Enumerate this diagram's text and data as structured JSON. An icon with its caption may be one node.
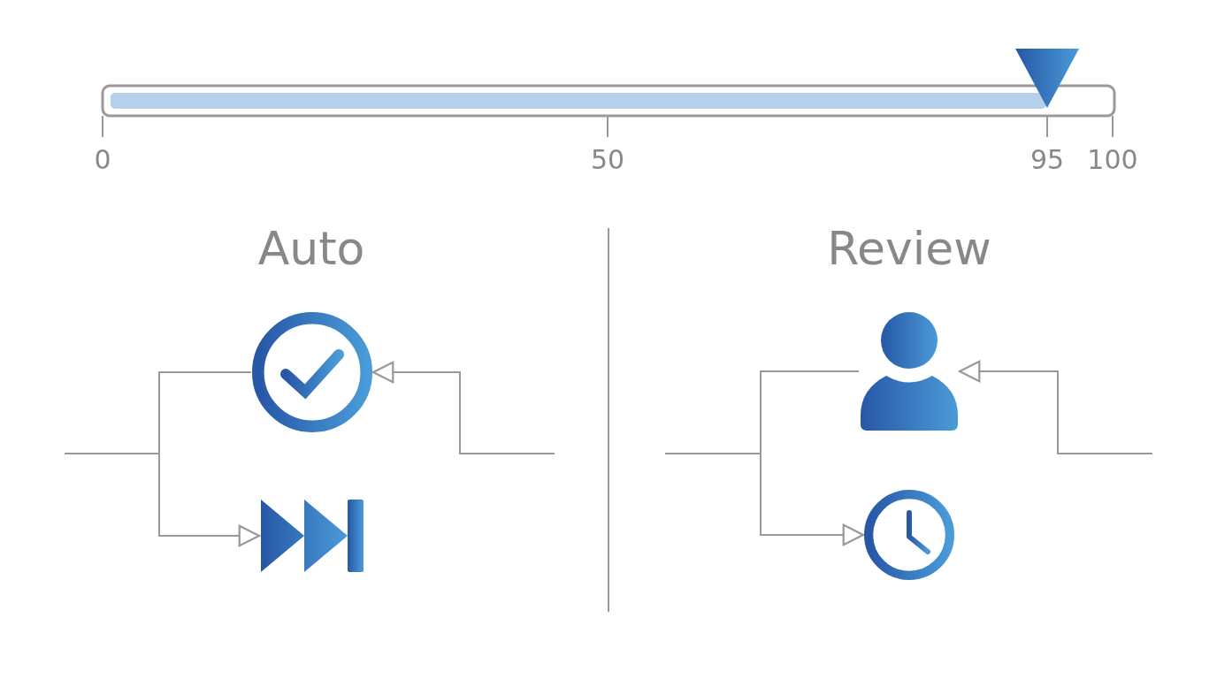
{
  "diagram": {
    "nodes": [
      {
        "text": [],
        "shape": "circle"
      },
      {
        "text": [],
        "shape": "triangle"
      },
      {
        "text": [],
        "shape": "person"
      },
      {
        "text": [],
        "shape": "circle"
      }
    ],
    "edges": [
      {
        "from": null,
        "to": 0,
        "arrow": "none"
      },
      {
        "from": null,
        "to": 1,
        "arrow": "to"
      },
      {
        "from": null,
        "to": 0,
        "arrow": "to"
      },
      {
        "from": null,
        "to": 2,
        "arrow": "none"
      },
      {
        "from": null,
        "to": 3,
        "arrow": "to"
      },
      {
        "from": null,
        "to": 2,
        "arrow": "to"
      }
    ],
    "labels": [
      "0",
      "50",
      "95",
      "100",
      "Auto",
      "Review"
    ]
  }
}
